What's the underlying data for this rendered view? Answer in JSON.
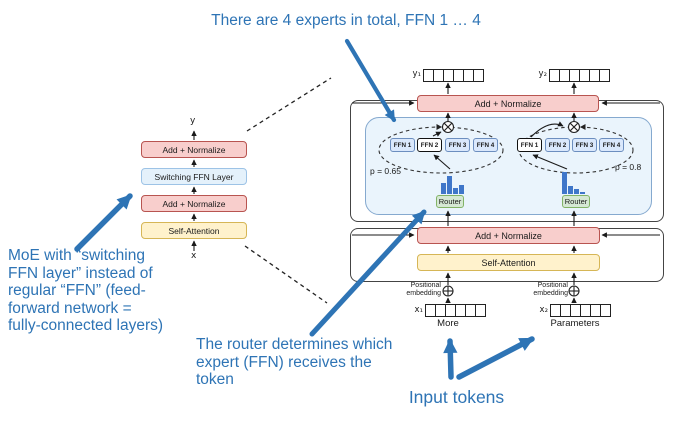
{
  "colors": {
    "annotation_blue": "#2e74b5",
    "add_normalize_fill": "#f8cecc",
    "add_normalize_border": "#b85450",
    "self_attention_fill": "#fff2cc",
    "self_attention_border": "#d6b656",
    "switching_ffn_fill": "#e4f1fb",
    "switching_ffn_border": "#9dc3e6",
    "ffn_fill": "#dae8fc",
    "ffn_border": "#6c8ebf",
    "ffn_selected_border": "#111111",
    "router_fill": "#d5e8d4",
    "router_border": "#82b366",
    "expert_container_fill": "#eaf4fc",
    "expert_container_border": "#85a9cf",
    "histogram_bar": "#3f76c9"
  },
  "annotations": {
    "experts_note": "There are 4 experts in total, FFN 1 … 4",
    "moe_note": "MoE with “switching\nFFN layer” instead of\nregular “FFN” (feed-\nforward network =\nfully-connected layers)",
    "router_note": "The router determines which\nexpert (FFN) receives the\ntoken",
    "input_tokens_label": "Input tokens"
  },
  "left_diagram": {
    "output_label": "y",
    "input_label": "x",
    "blocks": [
      "Add + Normalize",
      "Switching FFN Layer",
      "Add + Normalize",
      "Self-Attention"
    ]
  },
  "right_diagram": {
    "add_normalize_top": "Add + Normalize",
    "add_normalize_bottom": "Add + Normalize",
    "self_attention": "Self-Attention",
    "positional_embedding": "Positional\nembedding",
    "outputs": [
      {
        "label": "y₁"
      },
      {
        "label": "y₂"
      }
    ],
    "inputs": [
      {
        "label": "x₁",
        "token": "More"
      },
      {
        "label": "x₂",
        "token": "Parameters"
      }
    ],
    "expert_groups": [
      {
        "ffn": [
          "FFN 1",
          "FFN 2",
          "FFN 3",
          "FFN 4"
        ],
        "selected": "FFN 2",
        "p_label": "p = 0.65",
        "router_label": "Router",
        "distribution": [
          0.4,
          0.65,
          0.2,
          0.32
        ]
      },
      {
        "ffn": [
          "FFN 1",
          "FFN 2",
          "FFN 3",
          "FFN 4"
        ],
        "selected": "FFN 1",
        "p_label": "p = 0.8",
        "router_label": "Router",
        "distribution": [
          0.8,
          0.3,
          0.17,
          0.08
        ]
      }
    ]
  }
}
